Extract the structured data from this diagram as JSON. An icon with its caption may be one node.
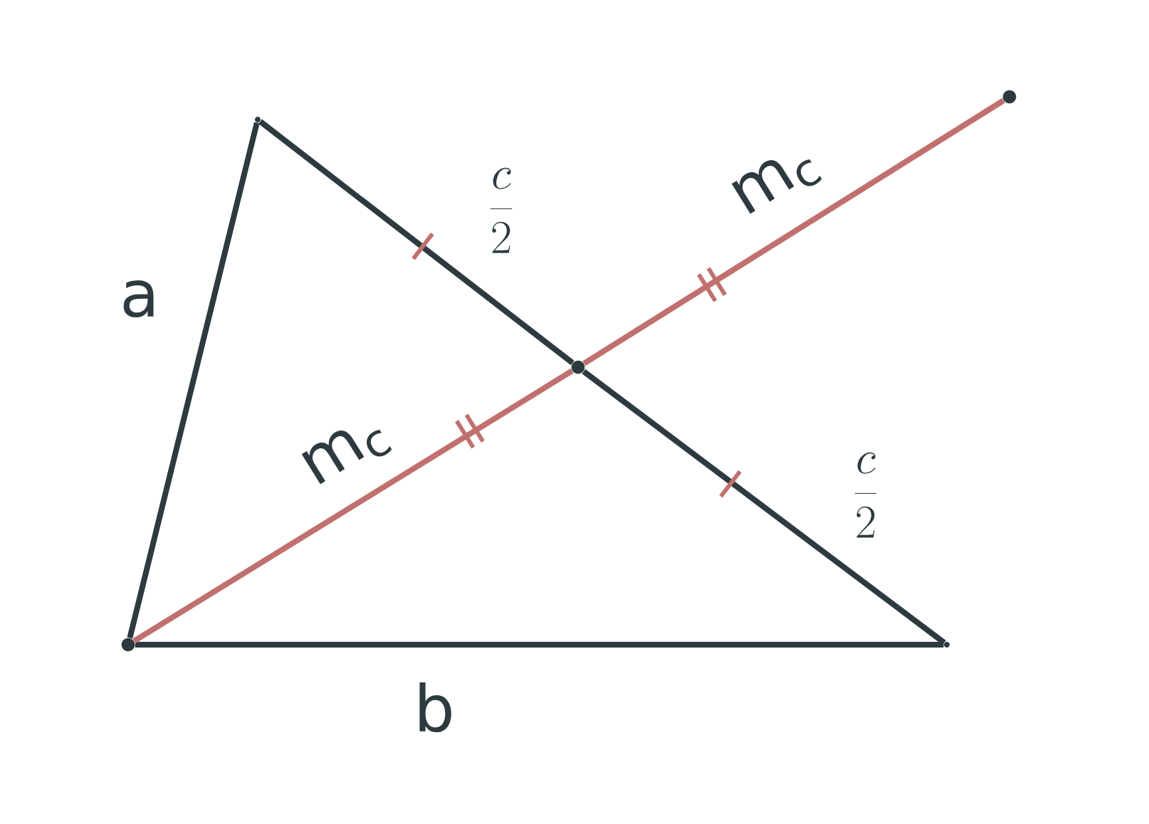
{
  "diagram": {
    "nodes": [
      {
        "text": [],
        "shape": "point"
      },
      {
        "text": [],
        "shape": "circle"
      },
      {
        "text": [],
        "shape": "point"
      },
      {
        "text": [],
        "shape": "circle"
      },
      {
        "text": [],
        "shape": "circle"
      }
    ],
    "edges": [
      {
        "from": 1,
        "to": 0,
        "arrow": "none",
        "label": "a"
      },
      {
        "from": 1,
        "to": 2,
        "arrow": "none",
        "label": "b"
      },
      {
        "from": 0,
        "to": 3,
        "arrow": "none",
        "label": "\\frac{c}{2}"
      },
      {
        "from": 3,
        "to": 2,
        "arrow": "none",
        "label": "\\frac{c}{2}"
      },
      {
        "from": 1,
        "to": 3,
        "arrow": "none",
        "label": "m$_{c}$",
        "color": "#c0706e"
      },
      {
        "from": 3,
        "to": 4,
        "arrow": "none",
        "label": "m$_{c}$",
        "color": "#c0706e"
      }
    ]
  }
}
